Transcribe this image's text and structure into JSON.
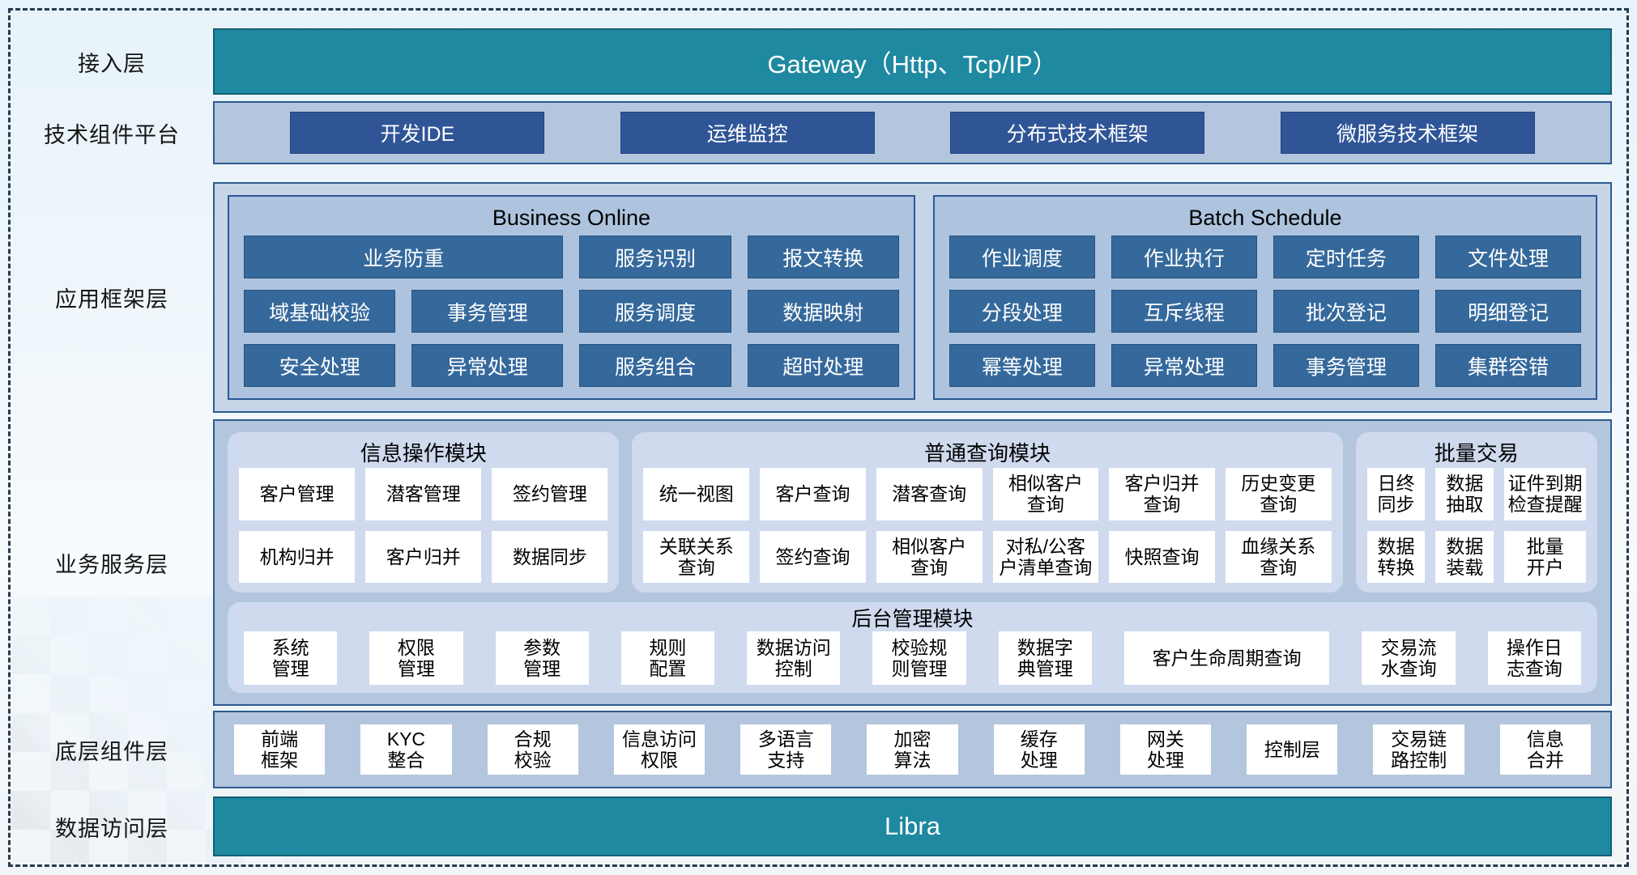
{
  "colors": {
    "teal": "#1E89A0",
    "dark_blue": "#2F5597",
    "medium_blue": "#35699C",
    "band_bg": "#B3C6DE",
    "app_band_bg": "#C6D5E8",
    "group_bg": "#ADC3DE",
    "module_bg": "#CFDAEE",
    "dashed_border": "#243A50"
  },
  "layer_labels": {
    "access": "接入层",
    "tech": "技术组件平台",
    "app": "应用框架层",
    "service": "业务服务层",
    "base": "底层组件层",
    "data": "数据访问层"
  },
  "access": {
    "gateway": "Gateway（Http、Tcp/IP）"
  },
  "tech": {
    "items": [
      "开发IDE",
      "运维监控",
      "分布式技术框架",
      "微服务技术框架"
    ]
  },
  "business_online": {
    "title": "Business Online",
    "row1": [
      "业务防重",
      "服务识别",
      "报文转换"
    ],
    "row2": [
      "域基础校验",
      "事务管理",
      "服务调度",
      "数据映射"
    ],
    "row3": [
      "安全处理",
      "异常处理",
      "服务组合",
      "超时处理"
    ]
  },
  "batch_schedule": {
    "title": "Batch Schedule",
    "row1": [
      "作业调度",
      "作业执行",
      "定时任务",
      "文件处理"
    ],
    "row2": [
      "分段处理",
      "互斥线程",
      "批次登记",
      "明细登记"
    ],
    "row3": [
      "幂等处理",
      "异常处理",
      "事务管理",
      "集群容错"
    ]
  },
  "info_module": {
    "title": "信息操作模块",
    "row1": [
      "客户管理",
      "潜客管理",
      "签约管理"
    ],
    "row2": [
      "机构归并",
      "客户归并",
      "数据同步"
    ]
  },
  "query_module": {
    "title": "普通查询模块",
    "row1": [
      "统一视图",
      "客户查询",
      "潜客查询",
      "相似客户\n查询",
      "客户归并\n查询",
      "历史变更\n查询"
    ],
    "row2": [
      "关联关系\n查询",
      "签约查询",
      "相似客户\n查询",
      "对私/公客\n户清单查询",
      "快照查询",
      "血缘关系\n查询"
    ]
  },
  "batch_trade": {
    "title": "批量交易",
    "row1": [
      "日终\n同步",
      "数据\n抽取",
      "证件到期\n检查提醒"
    ],
    "row2": [
      "数据\n转换",
      "数据\n装载",
      "批量\n开户"
    ]
  },
  "admin_module": {
    "title": "后台管理模块",
    "items": [
      "系统\n管理",
      "权限\n管理",
      "参数\n管理",
      "规则\n配置",
      "数据访问\n控制",
      "校验规\n则管理",
      "数据字\n典管理",
      "客户生命周期查询",
      "交易流\n水查询",
      "操作日\n志查询"
    ]
  },
  "base_layer": {
    "items": [
      "前端\n框架",
      "KYC\n整合",
      "合规\n校验",
      "信息访问\n权限",
      "多语言\n支持",
      "加密\n算法",
      "缓存\n处理",
      "网关\n处理",
      "控制层",
      "交易链\n路控制",
      "信息\n合并"
    ]
  },
  "data_layer": {
    "bar": "Libra"
  }
}
